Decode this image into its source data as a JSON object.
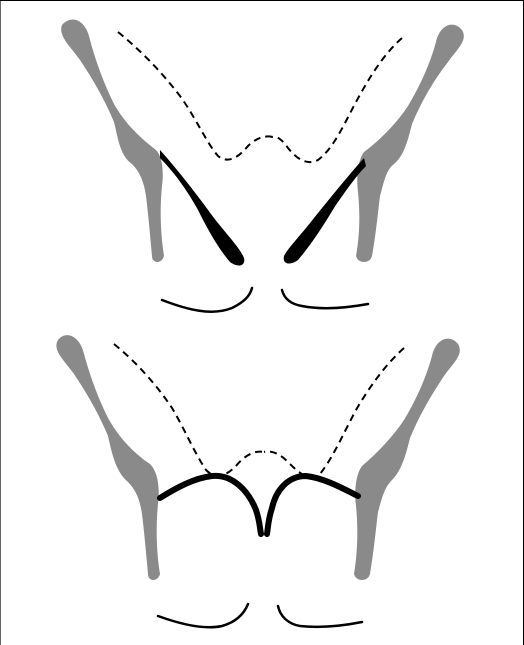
{
  "diagram": {
    "description_visible_text": [],
    "colors": {
      "bone": "#8a8a8a",
      "ink": "#000000",
      "background": "#ffffff",
      "border": "#000000"
    },
    "panels": [
      {
        "id": "top",
        "variant": "narrow-converging-wedges"
      },
      {
        "id": "bottom",
        "variant": "open-rounded-arches"
      }
    ]
  }
}
